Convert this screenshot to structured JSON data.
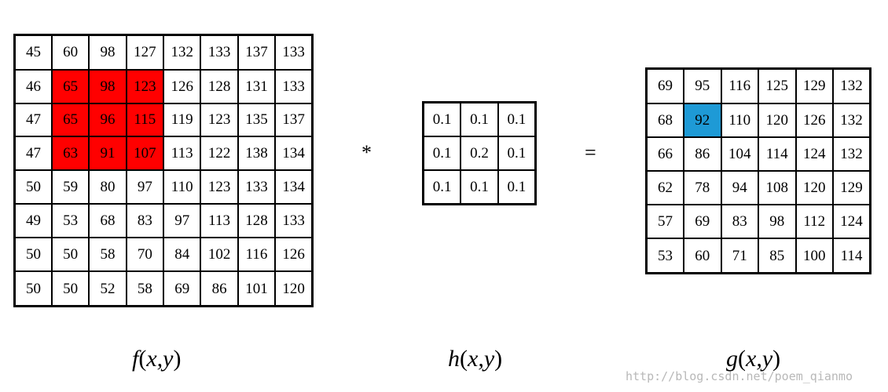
{
  "f": {
    "rows": [
      [
        "45",
        "60",
        "98",
        "127",
        "132",
        "133",
        "137",
        "133"
      ],
      [
        "46",
        "65",
        "98",
        "123",
        "126",
        "128",
        "131",
        "133"
      ],
      [
        "47",
        "65",
        "96",
        "115",
        "119",
        "123",
        "135",
        "137"
      ],
      [
        "47",
        "63",
        "91",
        "107",
        "113",
        "122",
        "138",
        "134"
      ],
      [
        "50",
        "59",
        "80",
        "97",
        "110",
        "123",
        "133",
        "134"
      ],
      [
        "49",
        "53",
        "68",
        "83",
        "97",
        "113",
        "128",
        "133"
      ],
      [
        "50",
        "50",
        "58",
        "70",
        "84",
        "102",
        "116",
        "126"
      ],
      [
        "50",
        "50",
        "52",
        "58",
        "69",
        "86",
        "101",
        "120"
      ]
    ],
    "highlight": {
      "rows": [
        1,
        2,
        3
      ],
      "cols": [
        1,
        2,
        3
      ],
      "color": "#ff0000"
    },
    "caption": {
      "name": "f",
      "args": "x,y"
    }
  },
  "h": {
    "rows": [
      [
        "0.1",
        "0.1",
        "0.1"
      ],
      [
        "0.1",
        "0.2",
        "0.1"
      ],
      [
        "0.1",
        "0.1",
        "0.1"
      ]
    ],
    "caption": {
      "name": "h",
      "args": "x,y"
    }
  },
  "g": {
    "rows": [
      [
        "69",
        "95",
        "116",
        "125",
        "129",
        "132"
      ],
      [
        "68",
        "92",
        "110",
        "120",
        "126",
        "132"
      ],
      [
        "66",
        "86",
        "104",
        "114",
        "124",
        "132"
      ],
      [
        "62",
        "78",
        "94",
        "108",
        "120",
        "129"
      ],
      [
        "57",
        "69",
        "83",
        "98",
        "112",
        "124"
      ],
      [
        "53",
        "60",
        "71",
        "85",
        "100",
        "114"
      ]
    ],
    "highlight": {
      "rows": [
        1
      ],
      "cols": [
        1
      ],
      "color": "#1e9ad6"
    },
    "caption": {
      "name": "g",
      "args": "x,y"
    }
  },
  "operators": {
    "convolution": "*",
    "equals": "="
  },
  "watermark": "http://blog.csdn.net/poem_qianmo"
}
